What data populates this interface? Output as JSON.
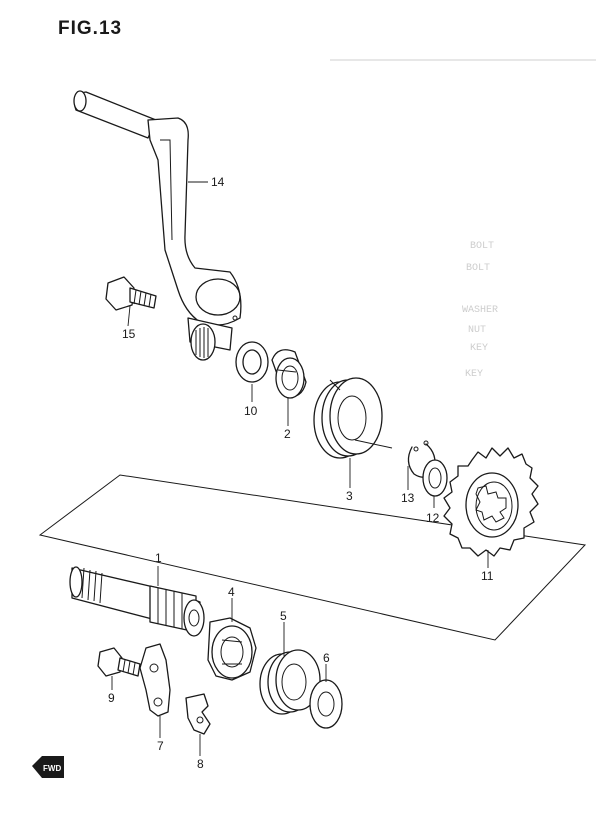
{
  "figure": {
    "title": "FIG.13"
  },
  "callouts": [
    {
      "id": "1",
      "label": "1"
    },
    {
      "id": "2",
      "label": "2"
    },
    {
      "id": "3",
      "label": "3"
    },
    {
      "id": "4",
      "label": "4"
    },
    {
      "id": "5",
      "label": "5"
    },
    {
      "id": "6",
      "label": "6"
    },
    {
      "id": "7",
      "label": "7"
    },
    {
      "id": "8",
      "label": "8"
    },
    {
      "id": "9",
      "label": "9"
    },
    {
      "id": "10",
      "label": "10"
    },
    {
      "id": "11",
      "label": "11"
    },
    {
      "id": "12",
      "label": "12"
    },
    {
      "id": "13",
      "label": "13"
    },
    {
      "id": "14",
      "label": "14"
    },
    {
      "id": "15",
      "label": "15"
    }
  ],
  "fwd_badge": {
    "label": "FWD"
  },
  "bleed_through": {
    "rows": [
      "KEY",
      "KEY",
      "WASHER",
      "NUT",
      "BOLT",
      "BOLT"
    ]
  }
}
